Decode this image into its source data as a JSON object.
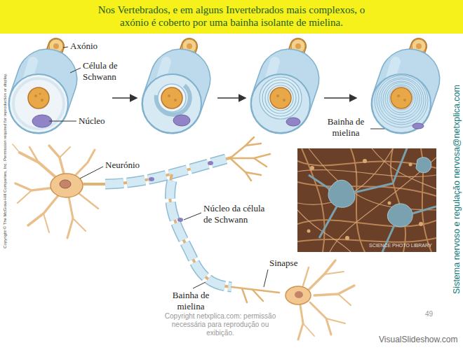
{
  "diagram": {
    "title": "Nos Vertebrados, e em alguns Invertebrados mais complexos, o axónio é coberto por uma bainha isolante de mielina.",
    "labels": [
      "Axónio",
      "Célula de Schwann",
      "Núcleo",
      "Bainha de mielina",
      "Neurónio",
      "Núcleo da célula de Schwann",
      "Sinapse",
      "Bainha de mielina",
      "Copyright © The McGraw-Hill Companies, Inc. Permission required for reproduction or display.",
      "Sistema nervoso e regulação nervosa@netxplica.com",
      "Copyright netxplica.com: permissão necessária para reprodução ou exibição.",
      "49",
      "SCIENCE PHOTO LIBRARY",
      "VisualSlideshow.com"
    ]
  }
}
